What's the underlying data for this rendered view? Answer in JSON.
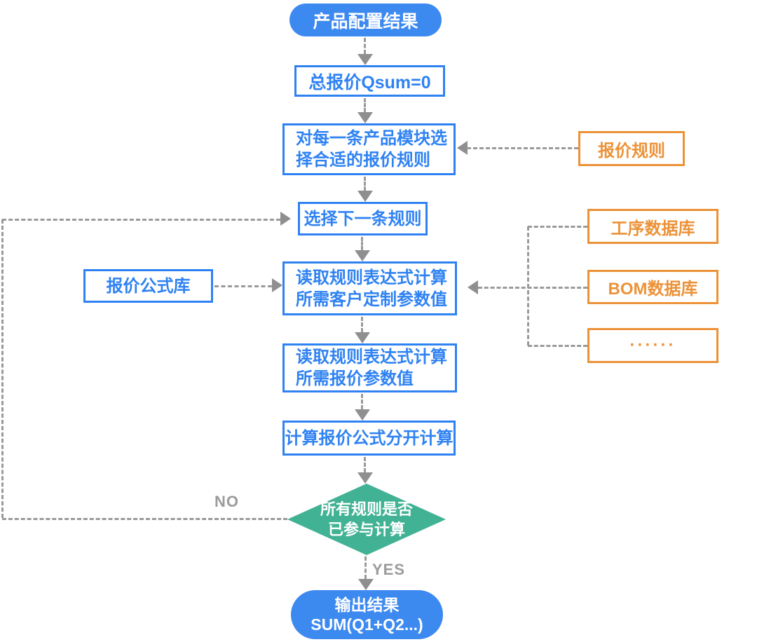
{
  "colors": {
    "blue_fill": "#3C89F0",
    "blue_stroke": "#2F82F2",
    "orange": "#EC9238",
    "teal": "#42B294",
    "line_gray": "#9A9A9A",
    "arrowhead_gray": "#8F8F8F",
    "label_gray": "#9B9B9B"
  },
  "nodes": {
    "start": {
      "label": "产品配置结果"
    },
    "init": {
      "label": "总报价Qsum=0"
    },
    "module": {
      "lines": [
        "对每一条产品模块选",
        "择合适的报价规则"
      ]
    },
    "quote_rules": {
      "label": "报价规则"
    },
    "next_rule": {
      "label": "选择下一条规则"
    },
    "formula_lib": {
      "label": "报价公式库"
    },
    "read_customer": {
      "lines": [
        "读取规则表达式计算",
        "所需客户定制参数值"
      ]
    },
    "process_db": {
      "label": "工序数据库"
    },
    "bom_db": {
      "label": "BOM数据库"
    },
    "more_db": {
      "label": "······"
    },
    "read_quote": {
      "lines": [
        "读取规则表达式计算",
        "所需报价参数值"
      ]
    },
    "calc": {
      "label": "计算报价公式分开计算"
    },
    "decision": {
      "lines": [
        "所有规则是否",
        "已参与计算"
      ]
    },
    "output": {
      "lines": [
        "输出结果",
        "SUM(Q1+Q2...)"
      ]
    }
  },
  "edge_labels": {
    "no": "NO",
    "yes": "YES"
  }
}
